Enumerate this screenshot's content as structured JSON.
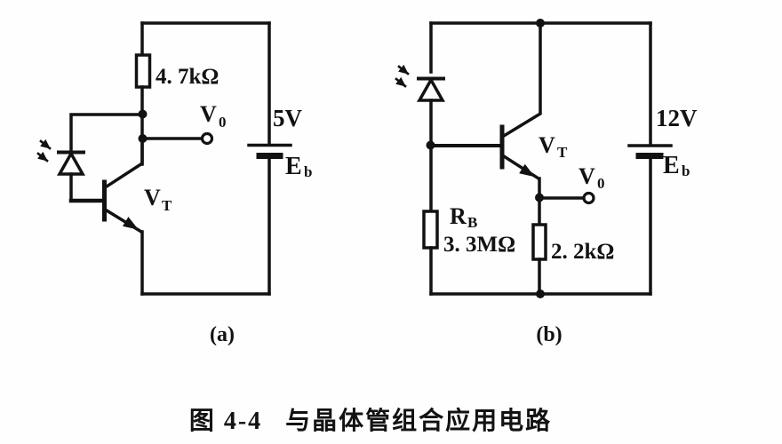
{
  "figure": {
    "caption_label": "图 4-4",
    "caption_title": "与晶体管组合应用电路"
  },
  "colors": {
    "ink": "#121212",
    "paper": "#ffffff"
  },
  "circuit_a": {
    "sublabel": "(a)",
    "load_resistor_value": "4. 7kΩ",
    "supply_voltage": "5V",
    "battery": {
      "name": "E",
      "sub": "b"
    },
    "transistor": {
      "name": "V",
      "sub": "T"
    },
    "output": {
      "name": "V",
      "sub": "0"
    }
  },
  "circuit_b": {
    "sublabel": "(b)",
    "base_resistor": {
      "name": "R",
      "sub": "B",
      "value": "3. 3MΩ"
    },
    "load_resistor_value": "2. 2kΩ",
    "supply_voltage": "12V",
    "battery": {
      "name": "E",
      "sub": "b"
    },
    "transistor": {
      "name": "V",
      "sub": "T"
    },
    "output": {
      "name": "V",
      "sub": "0"
    }
  }
}
